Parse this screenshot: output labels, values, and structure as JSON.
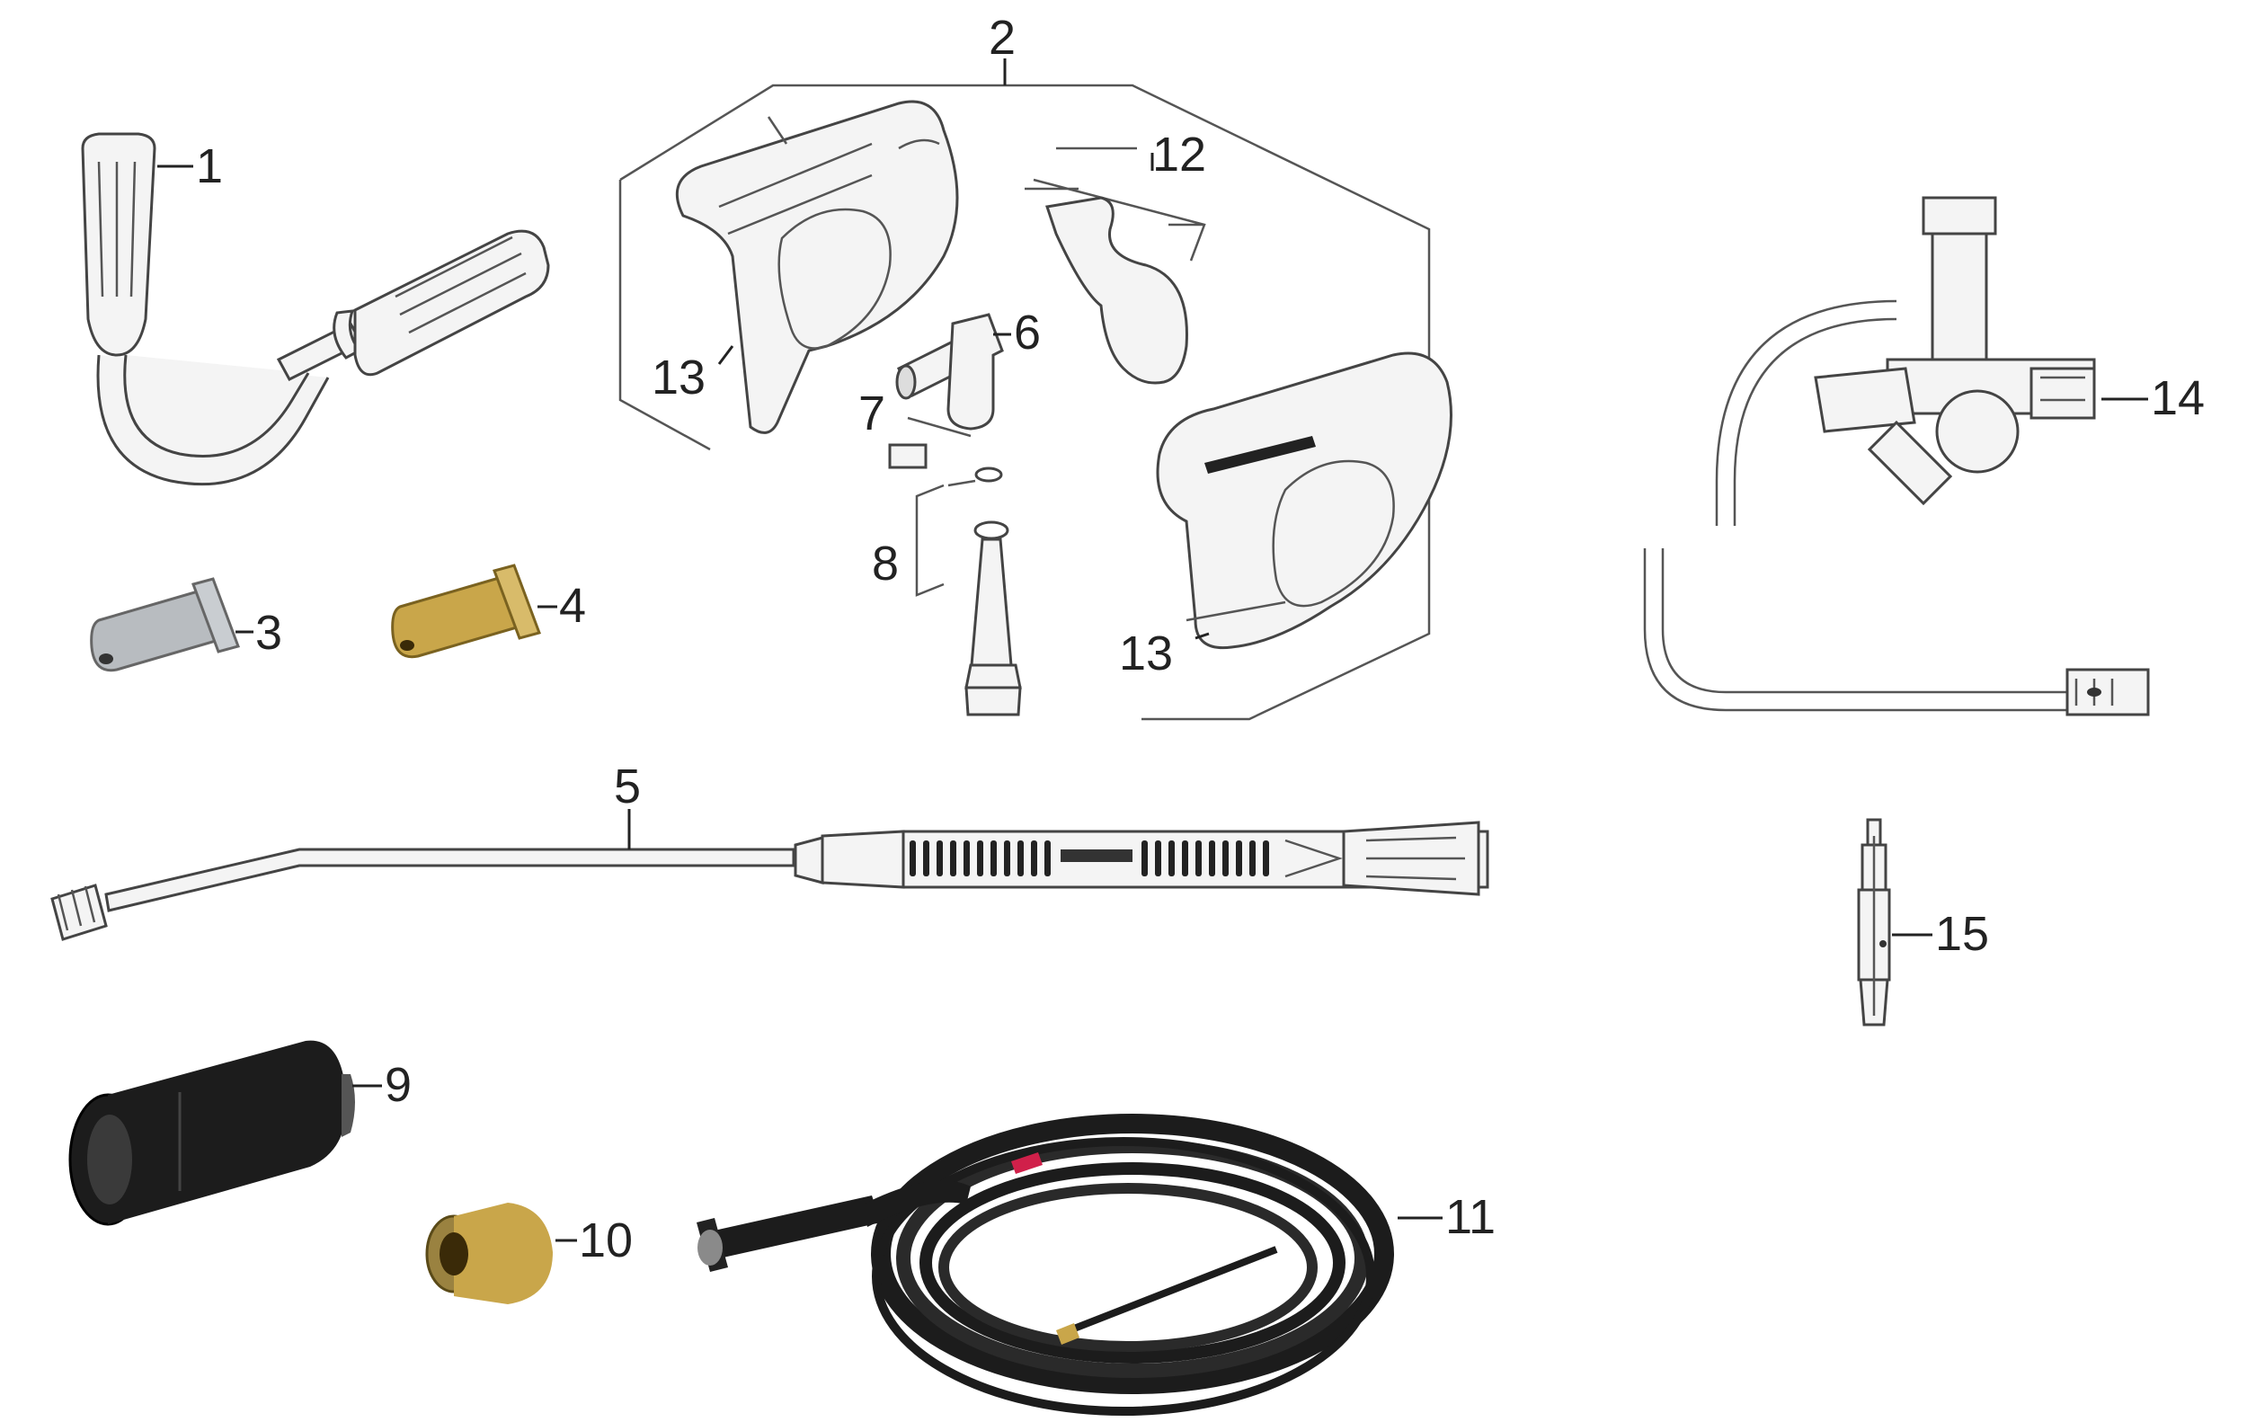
{
  "callouts": {
    "c1": "1",
    "c2": "2",
    "c3": "3",
    "c4": "4",
    "c5": "5",
    "c6": "6",
    "c7": "7",
    "c8": "8",
    "c9": "9",
    "c10": "10",
    "c11": "11",
    "c12": "12",
    "c13a": "13",
    "c13b": "13",
    "c14": "14",
    "c15": "15"
  },
  "colors": {
    "line": "#222222",
    "steel": "#b8bcc0",
    "brass": "#c9a64a",
    "black_part": "#1c1c1c",
    "hose_marker": "#d0204a"
  },
  "parts": [
    "flexible-lance-icon",
    "trigger-gun-kit-icon",
    "steel-nozzle-icon",
    "brass-nozzle-icon",
    "spray-lance-icon",
    "gun-elbow-icon",
    "o-ring-icon",
    "gun-valve-icon",
    "rotary-nozzle-icon",
    "pipe-cleaning-nozzle-icon",
    "pipe-cleaning-hose-icon",
    "trigger-icon",
    "gun-handle-icon",
    "curved-lance-cutaway-icon",
    "lance-valve-cutaway-icon"
  ]
}
